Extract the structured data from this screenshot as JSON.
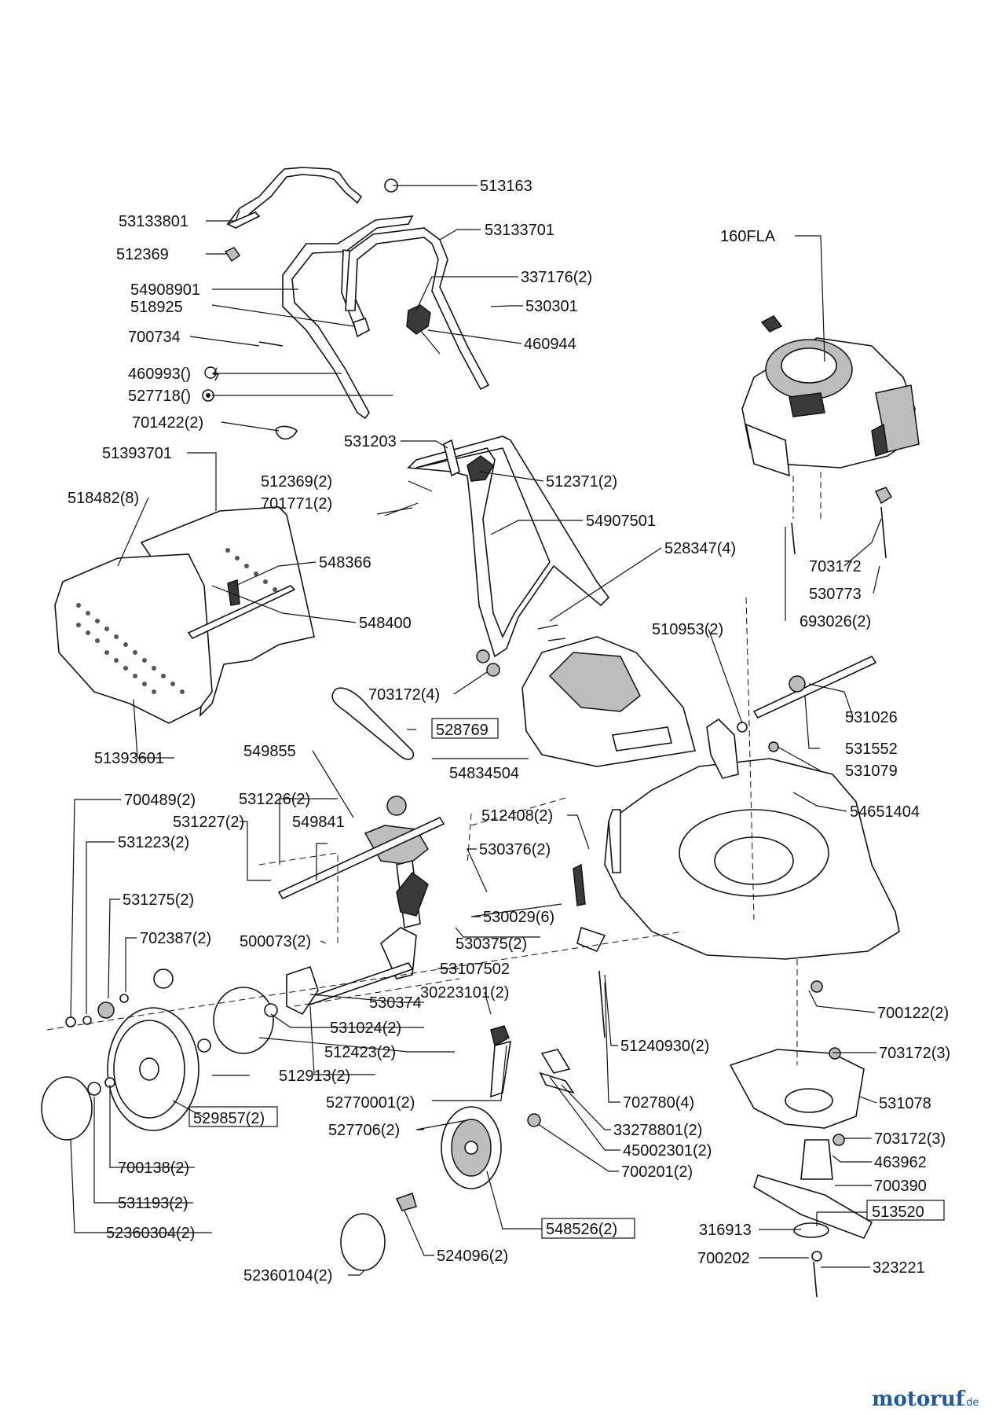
{
  "parts": [
    {
      "id": "p01",
      "text": "53133801"
    },
    {
      "id": "p02",
      "text": "512369"
    },
    {
      "id": "p03",
      "text": "54908901"
    },
    {
      "id": "p04",
      "text": "518925"
    },
    {
      "id": "p05",
      "text": "700734"
    },
    {
      "id": "p06",
      "text": "460993()"
    },
    {
      "id": "p07",
      "text": "527718()"
    },
    {
      "id": "p08",
      "text": "701422(2)"
    },
    {
      "id": "p09",
      "text": "51393701"
    },
    {
      "id": "p10",
      "text": "518482(8)"
    },
    {
      "id": "p11",
      "text": "548366"
    },
    {
      "id": "p12",
      "text": "548400"
    },
    {
      "id": "p13",
      "text": "51393601"
    },
    {
      "id": "p14",
      "text": "513163"
    },
    {
      "id": "p15",
      "text": "53133701"
    },
    {
      "id": "p16",
      "text": "337176(2)"
    },
    {
      "id": "p17",
      "text": "530301"
    },
    {
      "id": "p18",
      "text": "460944"
    },
    {
      "id": "p19",
      "text": "531203"
    },
    {
      "id": "p20",
      "text": "512369(2)"
    },
    {
      "id": "p21",
      "text": "701771(2)"
    },
    {
      "id": "p22",
      "text": "512371(2)"
    },
    {
      "id": "p23",
      "text": "54907501"
    },
    {
      "id": "p24",
      "text": "528347(4)"
    },
    {
      "id": "p25",
      "text": "703172(4)"
    },
    {
      "id": "p26",
      "text": "160FLA"
    },
    {
      "id": "p27",
      "text": "703172"
    },
    {
      "id": "p28",
      "text": "530773"
    },
    {
      "id": "p29",
      "text": "693026(2)"
    },
    {
      "id": "p30",
      "text": "510953(2)"
    },
    {
      "id": "p31",
      "text": "531026"
    },
    {
      "id": "p32",
      "text": "531552"
    },
    {
      "id": "p33",
      "text": "531079"
    },
    {
      "id": "p34",
      "text": "54651404"
    },
    {
      "id": "p35",
      "text": "528769",
      "boxed": true
    },
    {
      "id": "p36",
      "text": "549855"
    },
    {
      "id": "p37",
      "text": "54834504"
    },
    {
      "id": "p38",
      "text": "700489(2)"
    },
    {
      "id": "p39",
      "text": "531226(2)"
    },
    {
      "id": "p40",
      "text": "531227(2)"
    },
    {
      "id": "p41",
      "text": "549841"
    },
    {
      "id": "p42",
      "text": "531223(2)"
    },
    {
      "id": "p43",
      "text": "512408(2)"
    },
    {
      "id": "p44",
      "text": "530376(2)"
    },
    {
      "id": "p45",
      "text": "531275(2)"
    },
    {
      "id": "p46",
      "text": "530029(6)"
    },
    {
      "id": "p47",
      "text": "702387(2)"
    },
    {
      "id": "p48",
      "text": "500073(2)"
    },
    {
      "id": "p49",
      "text": "530375(2)"
    },
    {
      "id": "p50",
      "text": "53107502"
    },
    {
      "id": "p51",
      "text": "530374"
    },
    {
      "id": "p52",
      "text": "30223101(2)"
    },
    {
      "id": "p53",
      "text": "700122(2)"
    },
    {
      "id": "p54",
      "text": "531024(2)"
    },
    {
      "id": "p55",
      "text": "512423(2)"
    },
    {
      "id": "p56",
      "text": "51240930(2)"
    },
    {
      "id": "p57",
      "text": "703172(3)"
    },
    {
      "id": "p58",
      "text": "512913(2)"
    },
    {
      "id": "p59",
      "text": "52770001(2)"
    },
    {
      "id": "p60",
      "text": "702780(4)"
    },
    {
      "id": "p61",
      "text": "531078"
    },
    {
      "id": "p62",
      "text": "529857(2)",
      "boxed": true
    },
    {
      "id": "p63",
      "text": "527706(2)"
    },
    {
      "id": "p64",
      "text": "33278801(2)"
    },
    {
      "id": "p65",
      "text": "703172(3)"
    },
    {
      "id": "p66",
      "text": "45002301(2)"
    },
    {
      "id": "p67",
      "text": "463962"
    },
    {
      "id": "p68",
      "text": "700138(2)"
    },
    {
      "id": "p69",
      "text": "700201(2)"
    },
    {
      "id": "p70",
      "text": "700390"
    },
    {
      "id": "p71",
      "text": "513520",
      "boxed": true
    },
    {
      "id": "p72",
      "text": "531193(2)"
    },
    {
      "id": "p73",
      "text": "548526(2)",
      "boxed": true
    },
    {
      "id": "p74",
      "text": "316913"
    },
    {
      "id": "p75",
      "text": "52360304(2)"
    },
    {
      "id": "p76",
      "text": "524096(2)"
    },
    {
      "id": "p77",
      "text": "700202"
    },
    {
      "id": "p78",
      "text": "323221"
    },
    {
      "id": "p79",
      "text": "52360104(2)"
    }
  ],
  "watermark": {
    "brand": "motoruf",
    "tld": ".de",
    "color": "#1d5aa5",
    "dot_color": "#e3342f"
  }
}
